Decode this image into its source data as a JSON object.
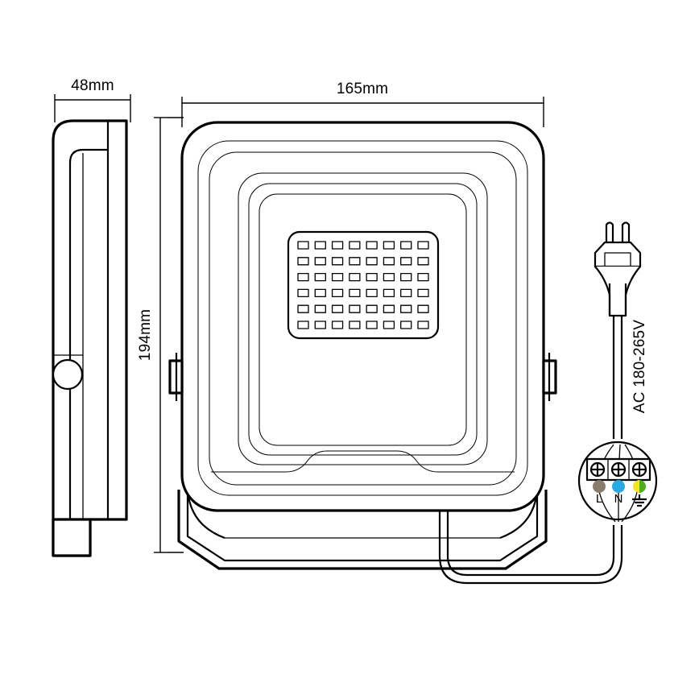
{
  "drawing": {
    "title": "LED floodlight technical dimension drawing",
    "background_color": "#ffffff",
    "line_color": "#000000"
  },
  "dimensions": {
    "depth": {
      "label": "48mm",
      "view": "side",
      "orientation": "horizontal"
    },
    "width": {
      "label": "165mm",
      "view": "front",
      "orientation": "horizontal"
    },
    "height": {
      "label": "194mm",
      "view": "front",
      "orientation": "vertical"
    }
  },
  "electrical": {
    "voltage_label": "AC 180-265V",
    "terminals": [
      {
        "code": "L",
        "name": "live",
        "color": "#8a7d6e"
      },
      {
        "code": "N",
        "name": "neutral",
        "color": "#29abe2"
      },
      {
        "code": "",
        "name": "earth",
        "color_left": "#f2e52b",
        "color_right": "#4caf20"
      }
    ],
    "earth_symbol_name": "earth-ground-icon",
    "plug_type": "europlug-2-pin",
    "screw_terminal_count": 3
  },
  "led_panel": {
    "columns": 8,
    "rows": 6,
    "total_leds": 48,
    "bezel_rings": 6
  },
  "views": {
    "side_view_name": "side-profile-view",
    "front_view_name": "front-face-view",
    "bracket_name": "u-mounting-bracket",
    "cable_name": "power-cable",
    "junction_name": "terminal-block-junction"
  }
}
